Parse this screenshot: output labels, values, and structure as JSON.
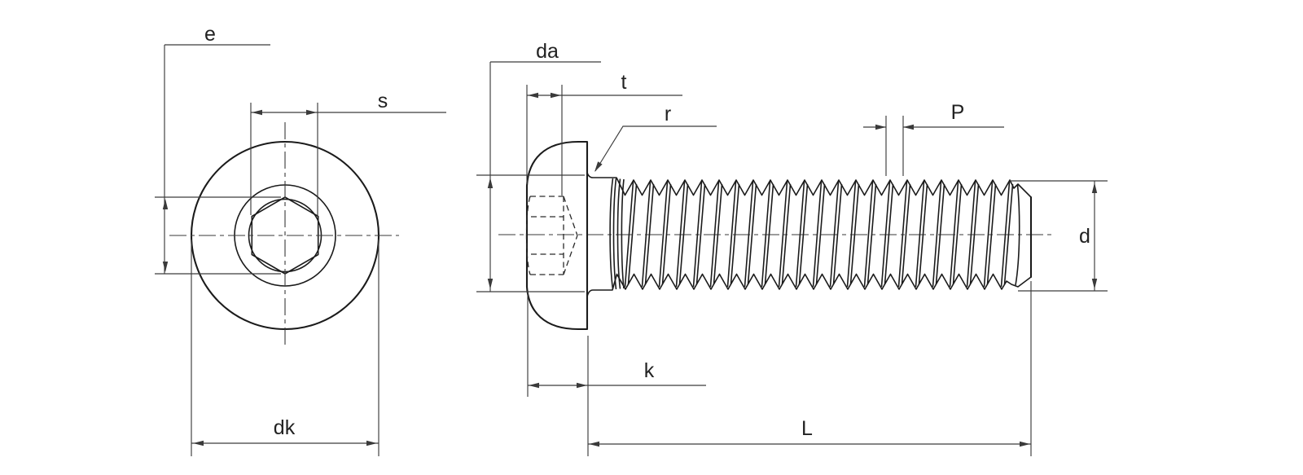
{
  "drawing_labels": {
    "e": "e",
    "s": "s",
    "dk": "dk",
    "da": "da",
    "t": "t",
    "r": "r",
    "p": "P",
    "d": "d",
    "k": "k",
    "L": "L"
  },
  "colors": {
    "background": "#ffffff",
    "outline": "#1b1b1b",
    "dimension_lines": "#3c3c3c",
    "label_text": "#222222"
  }
}
